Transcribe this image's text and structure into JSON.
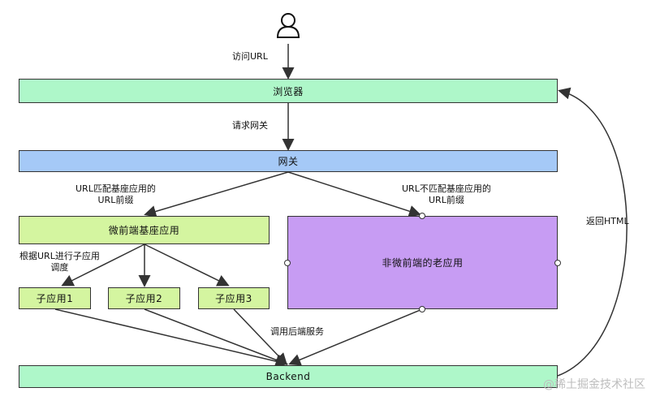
{
  "nodes": {
    "browser": "浏览器",
    "gateway": "网关",
    "base_app": "微前端基座应用",
    "legacy_app": "非微前端的老应用",
    "sub_app_1": "子应用1",
    "sub_app_2": "子应用2",
    "sub_app_3": "子应用3",
    "backend": "Backend"
  },
  "edge_labels": {
    "visit_url": "访问URL",
    "request_gateway": "请求网关",
    "url_match_line1": "URL匹配基座应用的",
    "url_match_line2": "URL前缀",
    "url_nomatch_line1": "URL不匹配基座应用的",
    "url_nomatch_line2": "URL前缀",
    "route_line1": "根据URL进行子应用",
    "route_line2": "调度",
    "call_backend": "调用后端服务",
    "return_html": "返回HTML"
  },
  "watermark": "@稀土掘金技术社区",
  "colors": {
    "browser": "#aef7c9",
    "gateway": "#a5c9f7",
    "base_app": "#d4f5a0",
    "legacy_app": "#c79cf3",
    "backend": "#aef7c9"
  }
}
